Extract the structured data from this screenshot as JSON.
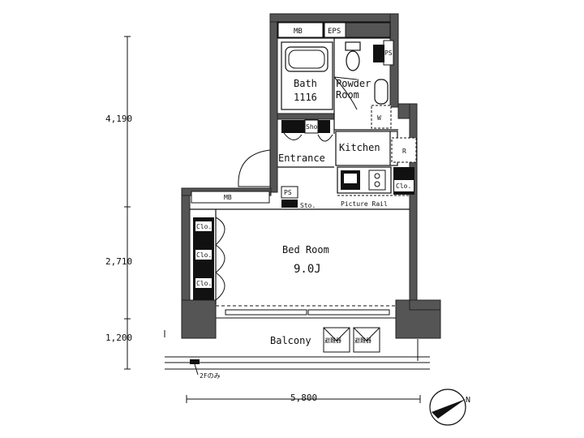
{
  "rooms": {
    "bath": "Bath",
    "bath_size": "1116",
    "powder_line1": "Powder",
    "powder_line2": "Room",
    "entrance": "Entrance",
    "kitchen": "Kitchen",
    "bed_room": "Bed Room",
    "bed_size": "9.0J",
    "balcony": "Balcony",
    "picture_rail": "Picture Rail"
  },
  "fixtures": {
    "mb_top": "MB",
    "eps": "EPS",
    "ps_top": "PS",
    "ps_mid": "PS",
    "mb_mid": "MB",
    "shoes": "Shoes",
    "sto": "Sto.",
    "clo_kitchen": "Clo.",
    "clo_bed": [
      "Clo.",
      "Clo.",
      "Clo."
    ],
    "wm": "W",
    "refrigerator": "R",
    "aircon_units": [
      "避難器",
      "避難器"
    ],
    "note_2f": "2Fのみ"
  },
  "dimensions": {
    "v1": "4,190",
    "v2": "2,710",
    "v3": "1,200",
    "h1": "5,800"
  },
  "compass": "N"
}
